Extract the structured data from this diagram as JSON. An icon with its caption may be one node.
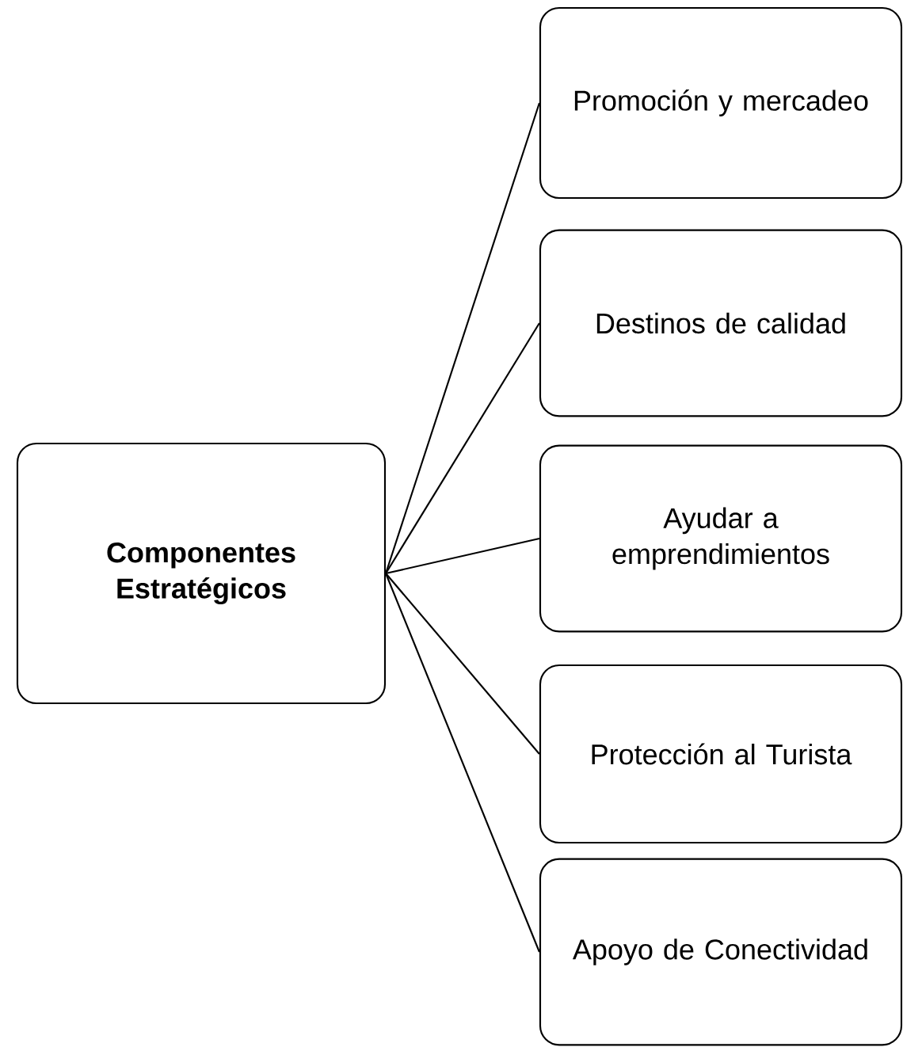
{
  "diagram": {
    "nodes": [
      {
        "text": [
          "**Componentes Estratégicos**"
        ]
      },
      {
        "text": [
          "Promoción y mercadeo"
        ]
      },
      {
        "text": [
          "Destinos de calidad"
        ]
      },
      {
        "text": [
          "Ayudar a emprendimientos"
        ]
      },
      {
        "text": [
          "Protección al Turista"
        ]
      },
      {
        "text": [
          "Apoyo de Conectividad"
        ]
      }
    ],
    "edges": [
      {
        "from": 0,
        "to": 1,
        "arrow": "none"
      },
      {
        "from": 0,
        "to": 2,
        "arrow": "none"
      },
      {
        "from": 0,
        "to": 3,
        "arrow": "none"
      },
      {
        "from": 0,
        "to": 4,
        "arrow": "none"
      },
      {
        "from": 0,
        "to": 5,
        "arrow": "none"
      }
    ]
  }
}
